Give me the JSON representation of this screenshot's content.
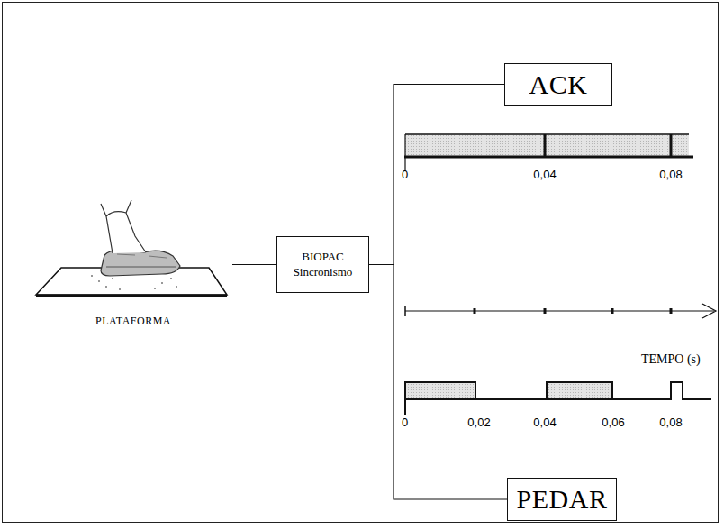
{
  "diagram": {
    "nodes": [
      {
        "text": [
          "PLATAFORMA"
        ]
      },
      {
        "text": [
          "BIOPAC Sincronismo"
        ]
      },
      {
        "text": [
          "ACK"
        ]
      },
      {
        "text": [
          "PEDAR"
        ]
      }
    ],
    "edges": [
      {
        "from": 0,
        "to": 1,
        "arrow": "none"
      },
      {
        "from": 1,
        "to": 2,
        "arrow": "none"
      },
      {
        "from": 1,
        "to": 3,
        "arrow": "none"
      }
    ],
    "labels": [
      "0",
      "0,04",
      "0,08",
      "TEMPO (s)",
      "0",
      "0,02",
      "0,04",
      "0,06",
      "0,08"
    ]
  }
}
